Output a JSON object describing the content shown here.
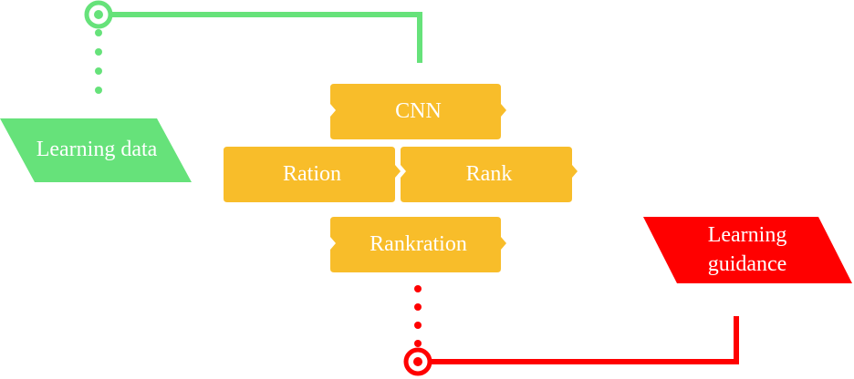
{
  "colors": {
    "green": "#66e27a",
    "orange": "#f8bd2a",
    "red": "#ff0000"
  },
  "nodes": {
    "learning_data": "Learning  data",
    "cnn": "CNN",
    "ration": "Ration",
    "rank": "Rank",
    "rankration": "Rankration",
    "learning_guidance": "Learning\nguidance"
  },
  "icons": {
    "start_marker": "circle-target-icon",
    "end_marker": "circle-target-icon"
  }
}
